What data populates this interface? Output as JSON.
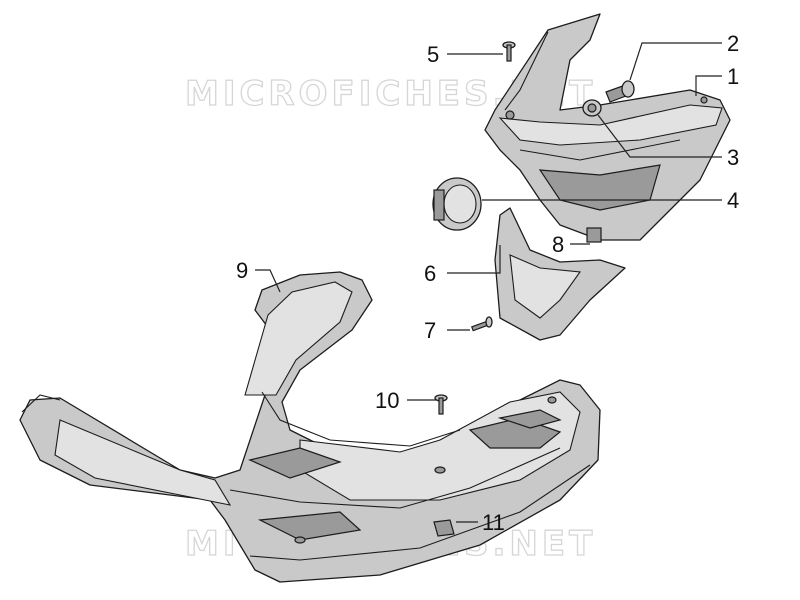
{
  "watermark": "MICROFICHES.NET",
  "colors": {
    "line": "#1c1c1c",
    "part_fill": "#c9c9c9",
    "watermark": "#d6d6d6"
  },
  "callouts": [
    {
      "id": "1",
      "label": "1"
    },
    {
      "id": "2",
      "label": "2"
    },
    {
      "id": "3",
      "label": "3"
    },
    {
      "id": "4",
      "label": "4"
    },
    {
      "id": "5",
      "label": "5"
    },
    {
      "id": "6",
      "label": "6"
    },
    {
      "id": "7",
      "label": "7"
    },
    {
      "id": "8",
      "label": "8"
    },
    {
      "id": "9",
      "label": "9"
    },
    {
      "id": "10",
      "label": "10"
    },
    {
      "id": "11",
      "label": "11"
    }
  ]
}
